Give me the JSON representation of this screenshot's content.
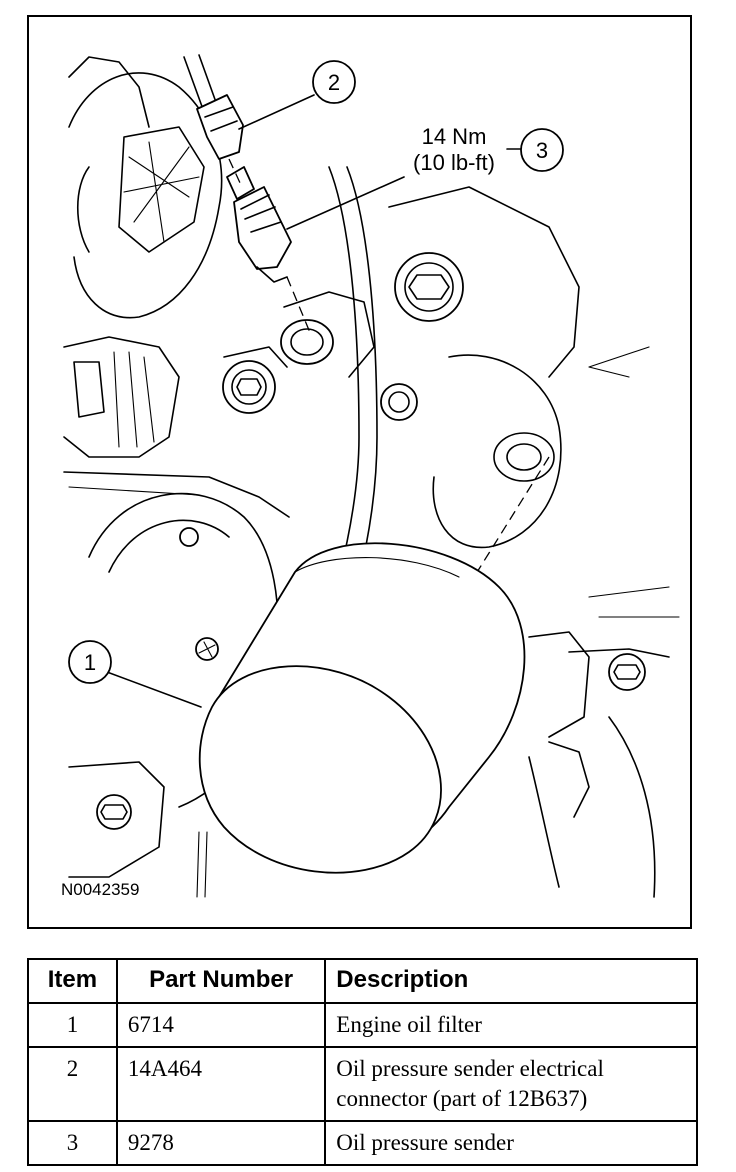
{
  "diagram": {
    "callouts": [
      {
        "number": "1"
      },
      {
        "number": "2"
      },
      {
        "number": "3"
      }
    ],
    "torque_line1": "14 Nm",
    "torque_line2": "(10 lb-ft)",
    "figure_id": "N0042359"
  },
  "table": {
    "headers": {
      "item": "Item",
      "part_number": "Part Number",
      "description": "Description"
    },
    "rows": [
      {
        "item": "1",
        "part_number": "6714",
        "description": "Engine oil filter"
      },
      {
        "item": "2",
        "part_number": "14A464",
        "description_lines": [
          "Oil pressure sender electrical",
          "connector (part of 12B637)"
        ]
      },
      {
        "item": "3",
        "part_number": "9278",
        "description": "Oil pressure sender"
      }
    ]
  }
}
